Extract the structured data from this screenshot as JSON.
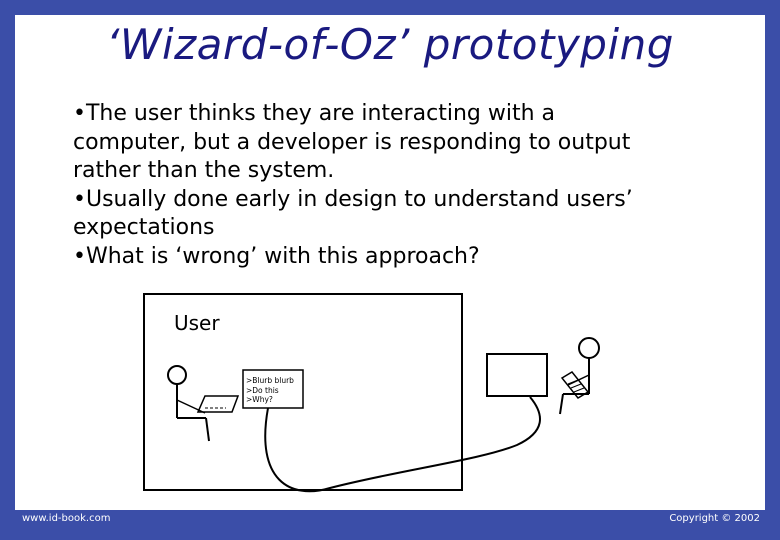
{
  "slide": {
    "title": "‘Wizard-of-Oz’ prototyping",
    "bullets": [
      "•The user thinks they are interacting with a",
      "computer, but a developer is responding to output",
      "rather than the system.",
      "•Usually done early in design to understand users’",
      "expectations",
      "•What is ‘wrong’ with this approach?"
    ]
  },
  "diagram": {
    "user_label": "User",
    "screen_lines": [
      ">Blurb blurb",
      ">Do this",
      ">Why?"
    ]
  },
  "footer": {
    "left": "www.id-book.com",
    "right": "Copyright © 2002"
  },
  "colors": {
    "frame": "#3b4ea8",
    "title": "#1a1a80"
  }
}
